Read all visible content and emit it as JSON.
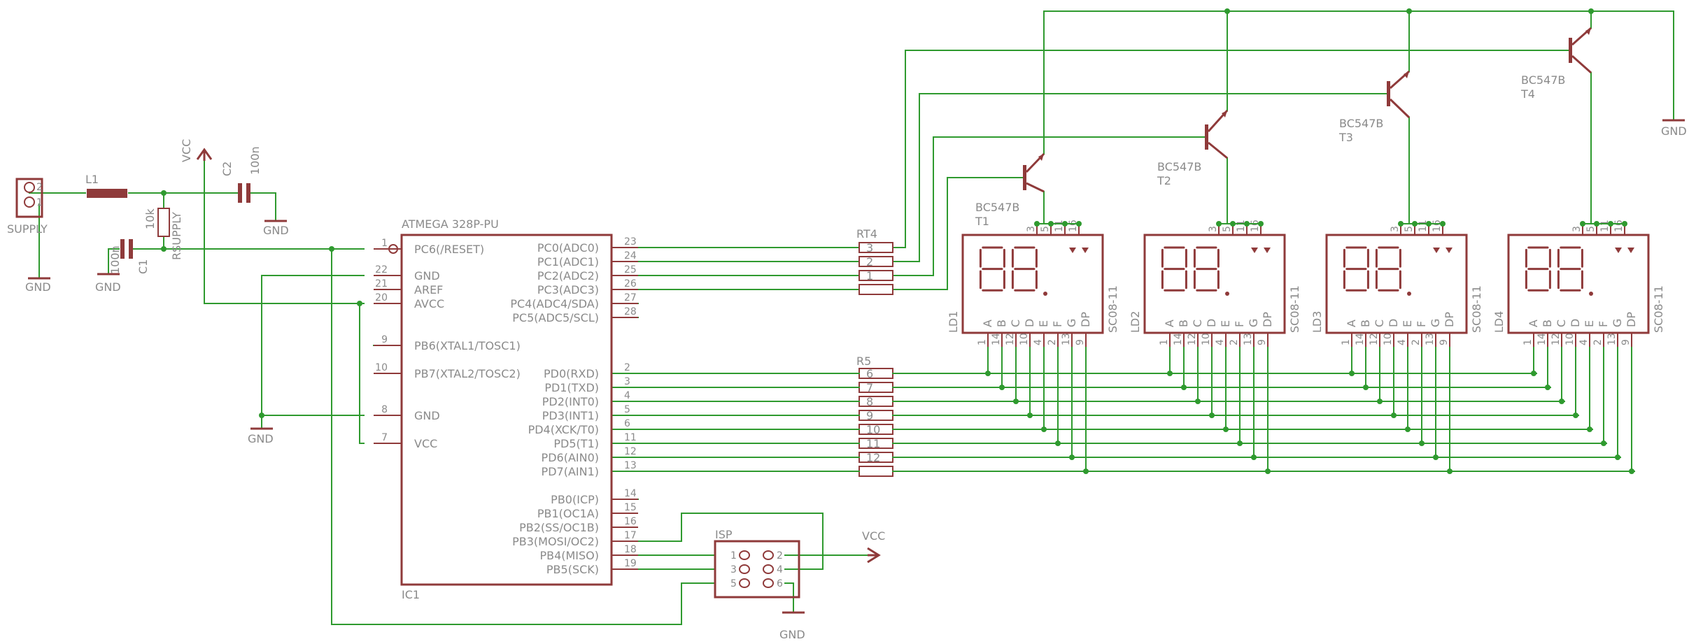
{
  "labels": {
    "supply": "SUPPLY",
    "l1": "L1",
    "vcc": "VCC",
    "c2": "C2",
    "c2_value": "100n",
    "c1": "C1",
    "c1_value": "100n",
    "r_supply": "RSUPPLY",
    "r_supply_value": "10k",
    "gnd": "GND",
    "ic1_name": "ATMEGA 328P-PU",
    "ic1_ref": "IC1",
    "rt4": "RT4",
    "r5": "R5",
    "isp": "ISP",
    "transistor_type": "BC547B"
  },
  "ic_left_pins": [
    {
      "num": "1",
      "name": "PC6(/RESET)"
    },
    {
      "num": "22",
      "name": "GND"
    },
    {
      "num": "21",
      "name": "AREF"
    },
    {
      "num": "20",
      "name": "AVCC"
    },
    {
      "num": "9",
      "name": "PB6(XTAL1/TOSC1)"
    },
    {
      "num": "10",
      "name": "PB7(XTAL2/TOSC2)"
    },
    {
      "num": "8",
      "name": "GND"
    },
    {
      "num": "7",
      "name": "VCC"
    }
  ],
  "ic_right_pins": [
    {
      "num": "23",
      "name": "PC0(ADC0)"
    },
    {
      "num": "24",
      "name": "PC1(ADC1)"
    },
    {
      "num": "25",
      "name": "PC2(ADC2)"
    },
    {
      "num": "26",
      "name": "PC3(ADC3)"
    },
    {
      "num": "27",
      "name": "PC4(ADC4/SDA)"
    },
    {
      "num": "28",
      "name": "PC5(ADC5/SCL)"
    },
    {
      "num": "2",
      "name": "PD0(RXD)"
    },
    {
      "num": "3",
      "name": "PD1(TXD)"
    },
    {
      "num": "4",
      "name": "PD2(INT0)"
    },
    {
      "num": "5",
      "name": "PD3(INT1)"
    },
    {
      "num": "6",
      "name": "PD4(XCK/T0)"
    },
    {
      "num": "11",
      "name": "PD5(T1)"
    },
    {
      "num": "12",
      "name": "PD6(AIN0)"
    },
    {
      "num": "13",
      "name": "PD7(AIN1)"
    },
    {
      "num": "14",
      "name": "PB0(ICP)"
    },
    {
      "num": "15",
      "name": "PB1(OC1A)"
    },
    {
      "num": "16",
      "name": "PB2(SS/OC1B)"
    },
    {
      "num": "17",
      "name": "PB3(MOSI/OC2)"
    },
    {
      "num": "18",
      "name": "PB4(MISO)"
    },
    {
      "num": "19",
      "name": "PB5(SCK)"
    }
  ],
  "rt4_resistors": [
    "3",
    "2",
    "1"
  ],
  "r5_resistors": [
    "6",
    "7",
    "8",
    "9",
    "10",
    "11",
    "12"
  ],
  "transistors": [
    {
      "type": "BC547B",
      "ref": "T1"
    },
    {
      "type": "BC547B",
      "ref": "T2"
    },
    {
      "type": "BC547B",
      "ref": "T3"
    },
    {
      "type": "BC547B",
      "ref": "T4"
    }
  ],
  "displays": [
    {
      "ref": "LD1",
      "part": "SC08-11"
    },
    {
      "ref": "LD2",
      "part": "SC08-11"
    },
    {
      "ref": "LD3",
      "part": "SC08-11"
    },
    {
      "ref": "LD4",
      "part": "SC08-11"
    }
  ],
  "display_segments": [
    "A",
    "B",
    "C",
    "D",
    "E",
    "F",
    "G",
    "DP"
  ],
  "display_bottom_pins": [
    "1",
    "14",
    "12",
    "10",
    "4",
    "2",
    "13",
    "9"
  ],
  "display_top_pins": [
    "3",
    "5",
    "11",
    "16"
  ],
  "isp_pins": [
    "1",
    "2",
    "3",
    "4",
    "5",
    "6"
  ]
}
